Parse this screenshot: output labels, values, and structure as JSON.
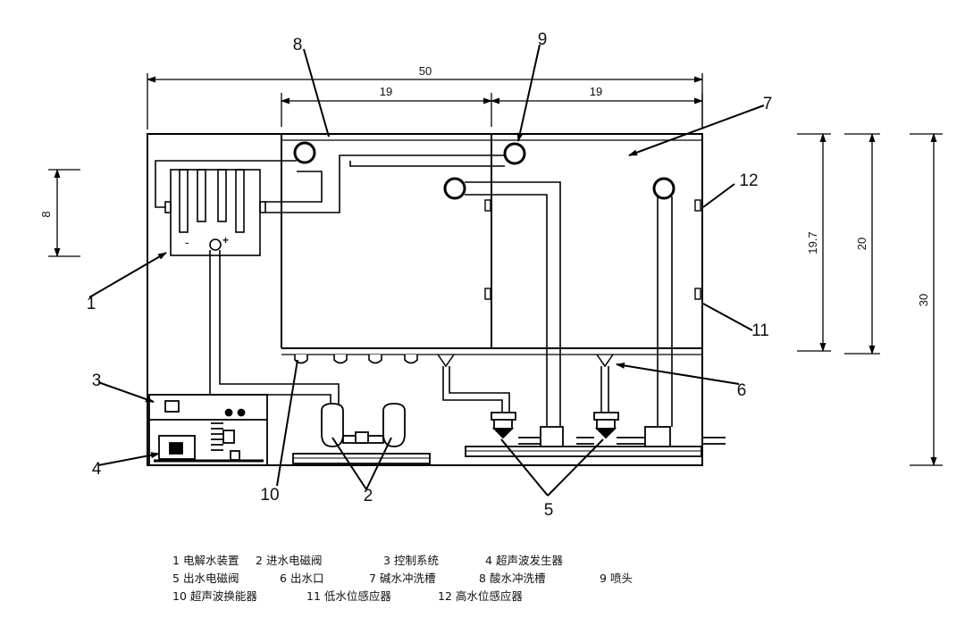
{
  "dimensions": {
    "overall_width": "50",
    "left_section_width": "19",
    "right_section_width": "19",
    "overall_height": "30",
    "tank_height": "20",
    "tank_inner_height": "19.7",
    "generator_height": "8"
  },
  "callouts": [
    "1",
    "2",
    "3",
    "4",
    "5",
    "6",
    "7",
    "8",
    "9",
    "10",
    "11",
    "12"
  ],
  "device_marks": {
    "negative": "-",
    "positive": "+"
  },
  "legend": [
    {
      "num": "1",
      "text": "电解水装置"
    },
    {
      "num": "2",
      "text": "进水电磁阀"
    },
    {
      "num": "3",
      "text": "控制系统"
    },
    {
      "num": "4",
      "text": "超声波发生器"
    },
    {
      "num": "5",
      "text": "出水电磁阀"
    },
    {
      "num": "6",
      "text": "出水口"
    },
    {
      "num": "7",
      "text": "碱水冲洗槽"
    },
    {
      "num": "8",
      "text": "酸水冲洗槽"
    },
    {
      "num": "9",
      "text": "喷头"
    },
    {
      "num": "10",
      "text": "超声波换能器"
    },
    {
      "num": "11",
      "text": "低水位感应器"
    },
    {
      "num": "12",
      "text": "高水位感应器"
    }
  ]
}
